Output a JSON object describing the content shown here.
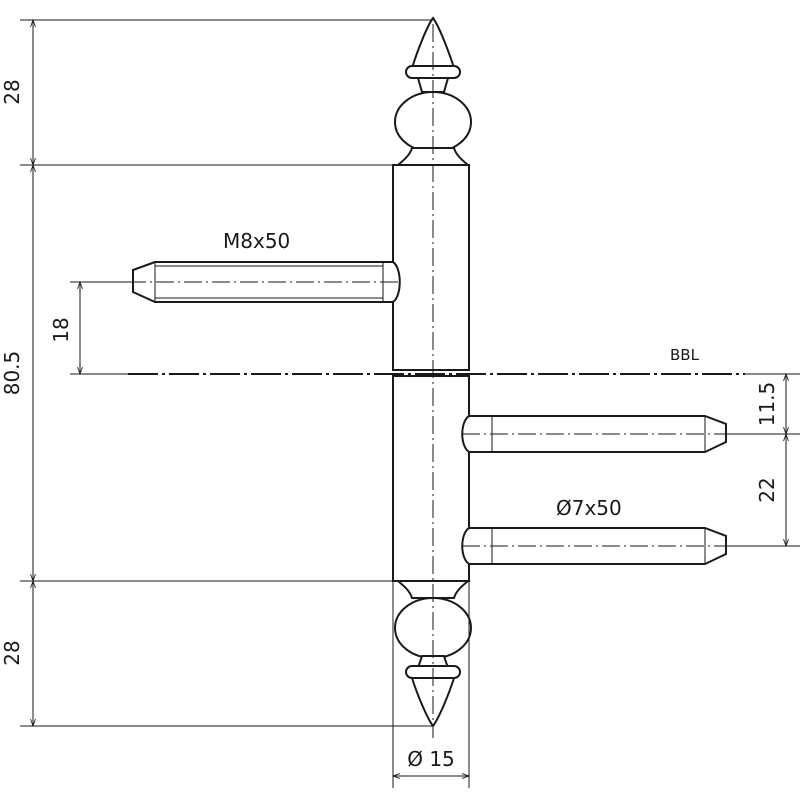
{
  "labels": {
    "top_height": "28",
    "body_height": "80.5",
    "bottom_height": "28",
    "pin_offset": "18",
    "pin_spec_upper": "M8x50",
    "reference_line": "BBL",
    "lower_pin_offset": "11.5",
    "pin_spacing": "22",
    "pin_spec_lower": "Ø7x50",
    "diameter": "Ø 15"
  },
  "colors": {
    "line": "#1a1a1a",
    "background": "#ffffff"
  }
}
